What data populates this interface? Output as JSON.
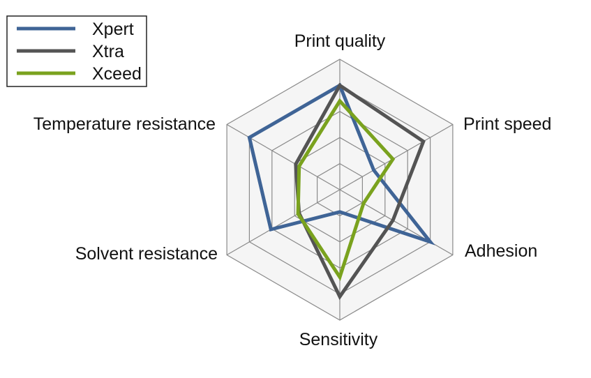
{
  "chart_data": {
    "type": "radar",
    "title": "",
    "axes": [
      "Print quality",
      "Print speed",
      "Adhesion",
      "Sensitivity",
      "Solvent resistance",
      "Temperature resistance"
    ],
    "scale": {
      "min": 0,
      "max": 5,
      "rings": 5
    },
    "grid": true,
    "legend_position": "top-left",
    "series": [
      {
        "name": "Xpert",
        "color": "#3f6496",
        "values": [
          4.0,
          1.5,
          4.0,
          0.85,
          3.05,
          4.0
        ]
      },
      {
        "name": "Xtra",
        "color": "#545454",
        "values": [
          4.0,
          3.7,
          2.35,
          4.1,
          1.8,
          1.95
        ]
      },
      {
        "name": "Xceed",
        "color": "#7aa21e",
        "values": [
          3.4,
          2.35,
          1.05,
          3.35,
          1.85,
          1.8
        ]
      }
    ]
  }
}
